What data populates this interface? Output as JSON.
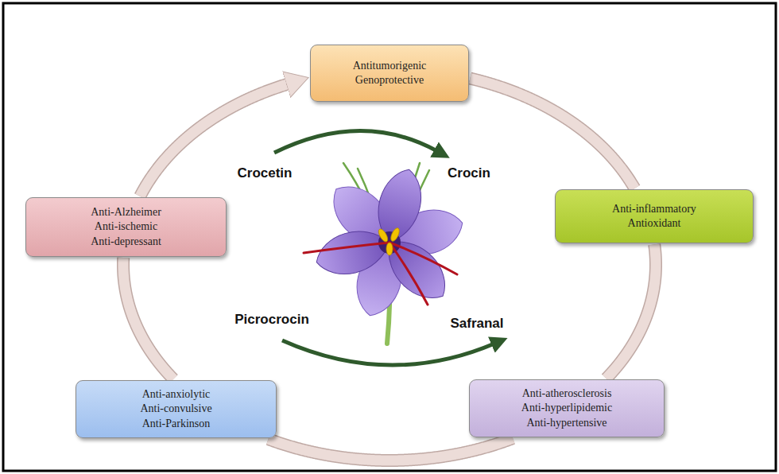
{
  "diagram": {
    "nodes": [
      {
        "text": [
          "Antitumorigenic",
          "Genoprotective"
        ]
      },
      {
        "text": [
          "Anti-inflammatory",
          "Antioxidant"
        ]
      },
      {
        "text": [
          "Anti-atherosclerosis",
          "Anti-hyperlipidemic",
          "Anti-hypertensive"
        ]
      },
      {
        "text": [
          "Anti-anxiolytic",
          "Anti-convulsive",
          "Anti-Parkinson"
        ]
      },
      {
        "text": [
          "Anti-Alzheimer",
          "Anti-ischemic",
          "Anti-depressant"
        ]
      }
    ],
    "edges": [
      {
        "from": 0,
        "to": 1,
        "arrow": "none"
      },
      {
        "from": 1,
        "to": 2,
        "arrow": "none"
      },
      {
        "from": 2,
        "to": 3,
        "arrow": "none"
      },
      {
        "from": 3,
        "to": 4,
        "arrow": "none"
      },
      {
        "from": 4,
        "to": 0,
        "arrow": "to"
      }
    ],
    "labels": [
      "Crocetin",
      "Crocin",
      "Picrocrocin",
      "Safranal"
    ]
  }
}
